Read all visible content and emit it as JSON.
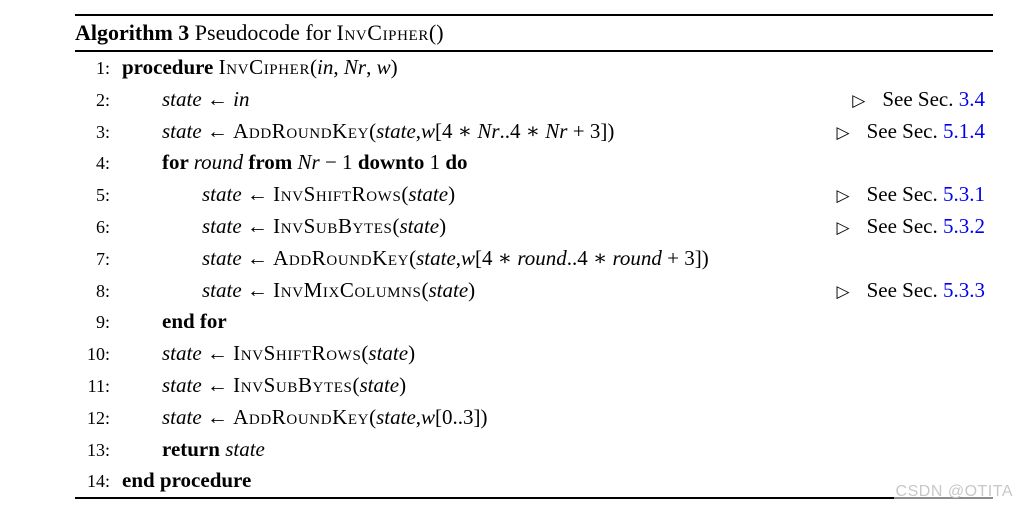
{
  "algorithm": {
    "header": {
      "label": "Algorithm 3 ",
      "title": "Pseudocode for ",
      "fn": "InvCipher",
      "suffix": "()"
    },
    "comment_marker": "▷",
    "see_prefix": "See Sec. ",
    "lines": [
      {
        "num": "1:",
        "indent": 0,
        "tokens": [
          [
            "k",
            "procedure "
          ],
          [
            "f",
            "InvCipher"
          ],
          [
            "p",
            "("
          ],
          [
            "v",
            "in"
          ],
          [
            "p",
            ", "
          ],
          [
            "v",
            "Nr"
          ],
          [
            "p",
            ", "
          ],
          [
            "v",
            "w"
          ],
          [
            "p",
            ")"
          ]
        ]
      },
      {
        "num": "2:",
        "indent": 1,
        "tokens": [
          [
            "v",
            "state"
          ],
          [
            "p",
            " ← "
          ],
          [
            "v",
            "in"
          ]
        ],
        "see": "3.4"
      },
      {
        "num": "3:",
        "indent": 1,
        "tokens": [
          [
            "v",
            "state"
          ],
          [
            "p",
            " ← "
          ],
          [
            "f",
            "AddRoundKey"
          ],
          [
            "p",
            "("
          ],
          [
            "v",
            "state"
          ],
          [
            "p",
            ","
          ],
          [
            "v",
            "w"
          ],
          [
            "p",
            "[4 ∗ "
          ],
          [
            "v",
            "Nr"
          ],
          [
            "p",
            "..4 ∗ "
          ],
          [
            "v",
            "Nr"
          ],
          [
            "p",
            " + 3])"
          ]
        ],
        "see": "5.1.4"
      },
      {
        "num": "4:",
        "indent": 1,
        "tokens": [
          [
            "k",
            "for "
          ],
          [
            "v",
            "round"
          ],
          [
            "k",
            " from "
          ],
          [
            "v",
            "Nr"
          ],
          [
            "p",
            " − 1 "
          ],
          [
            "k",
            "downto"
          ],
          [
            "p",
            " 1 "
          ],
          [
            "k",
            "do"
          ]
        ]
      },
      {
        "num": "5:",
        "indent": 2,
        "tokens": [
          [
            "v",
            "state"
          ],
          [
            "p",
            " ← "
          ],
          [
            "f",
            "InvShiftRows"
          ],
          [
            "p",
            "("
          ],
          [
            "v",
            "state"
          ],
          [
            "p",
            ")"
          ]
        ],
        "see": "5.3.1"
      },
      {
        "num": "6:",
        "indent": 2,
        "tokens": [
          [
            "v",
            "state"
          ],
          [
            "p",
            " ← "
          ],
          [
            "f",
            "InvSubBytes"
          ],
          [
            "p",
            "("
          ],
          [
            "v",
            "state"
          ],
          [
            "p",
            ")"
          ]
        ],
        "see": "5.3.2"
      },
      {
        "num": "7:",
        "indent": 2,
        "tokens": [
          [
            "v",
            "state"
          ],
          [
            "p",
            " ← "
          ],
          [
            "f",
            "AddRoundKey"
          ],
          [
            "p",
            "("
          ],
          [
            "v",
            "state"
          ],
          [
            "p",
            ","
          ],
          [
            "v",
            "w"
          ],
          [
            "p",
            "[4 ∗ "
          ],
          [
            "v",
            "round"
          ],
          [
            "p",
            "..4 ∗ "
          ],
          [
            "v",
            "round"
          ],
          [
            "p",
            " + 3])"
          ]
        ]
      },
      {
        "num": "8:",
        "indent": 2,
        "tokens": [
          [
            "v",
            "state"
          ],
          [
            "p",
            " ← "
          ],
          [
            "f",
            "InvMixColumns"
          ],
          [
            "p",
            "("
          ],
          [
            "v",
            "state"
          ],
          [
            "p",
            ")"
          ]
        ],
        "see": "5.3.3"
      },
      {
        "num": "9:",
        "indent": 1,
        "tokens": [
          [
            "k",
            "end for"
          ]
        ]
      },
      {
        "num": "10:",
        "indent": 1,
        "tokens": [
          [
            "v",
            "state"
          ],
          [
            "p",
            " ← "
          ],
          [
            "f",
            "InvShiftRows"
          ],
          [
            "p",
            "("
          ],
          [
            "v",
            "state"
          ],
          [
            "p",
            ")"
          ]
        ]
      },
      {
        "num": "11:",
        "indent": 1,
        "tokens": [
          [
            "v",
            "state"
          ],
          [
            "p",
            " ← "
          ],
          [
            "f",
            "InvSubBytes"
          ],
          [
            "p",
            "("
          ],
          [
            "v",
            "state"
          ],
          [
            "p",
            ")"
          ]
        ]
      },
      {
        "num": "12:",
        "indent": 1,
        "tokens": [
          [
            "v",
            "state"
          ],
          [
            "p",
            " ← "
          ],
          [
            "f",
            "AddRoundKey"
          ],
          [
            "p",
            "("
          ],
          [
            "v",
            "state"
          ],
          [
            "p",
            ","
          ],
          [
            "v",
            "w"
          ],
          [
            "p",
            "[0..3])"
          ]
        ]
      },
      {
        "num": "13:",
        "indent": 1,
        "tokens": [
          [
            "k",
            "return "
          ],
          [
            "v",
            "state"
          ]
        ]
      },
      {
        "num": "14:",
        "indent": 0,
        "tokens": [
          [
            "k",
            "end procedure"
          ]
        ]
      }
    ]
  },
  "watermark": {
    "text": "CSDN @OTITA"
  },
  "colors": {
    "link_blue": "#0000EE",
    "text": "#000000",
    "rule": "#000000",
    "watermark_gray": "#C8C8C8"
  }
}
